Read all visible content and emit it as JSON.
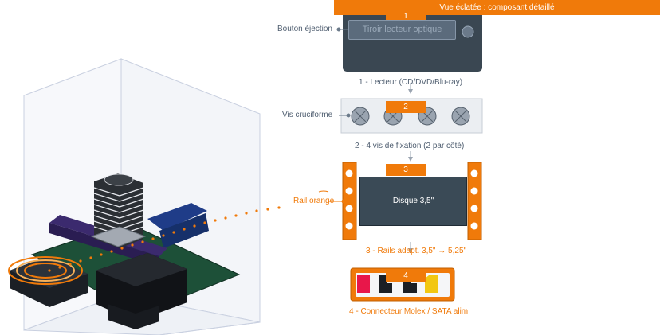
{
  "header": {
    "title": "Vue éclatée : composant détaillé"
  },
  "drive": {
    "tray_label": "Tiroir lecteur optique",
    "eject_callout": "Bouton éjection",
    "caption": "1 - Lecteur (CD/DVD/Blu-ray)",
    "badge": "1"
  },
  "screws": {
    "callout": "Vis cruciforme",
    "caption": "2 - 4 vis de fixation (2 par côté)",
    "badge": "2"
  },
  "rails": {
    "callout": "Rail orange",
    "disk_label": "Disque 3,5\"",
    "caption": "3 - Rails adapt. 3,5\" → 5,25\"",
    "badge": "3"
  },
  "connector": {
    "caption": "4 - Connecteur Molex / SATA alim.",
    "badge": "4"
  },
  "colors": {
    "accent": "#f07a0a",
    "slate": "#3a4a56",
    "text": "#4f5e70",
    "case_line": "#c9d0e0"
  }
}
